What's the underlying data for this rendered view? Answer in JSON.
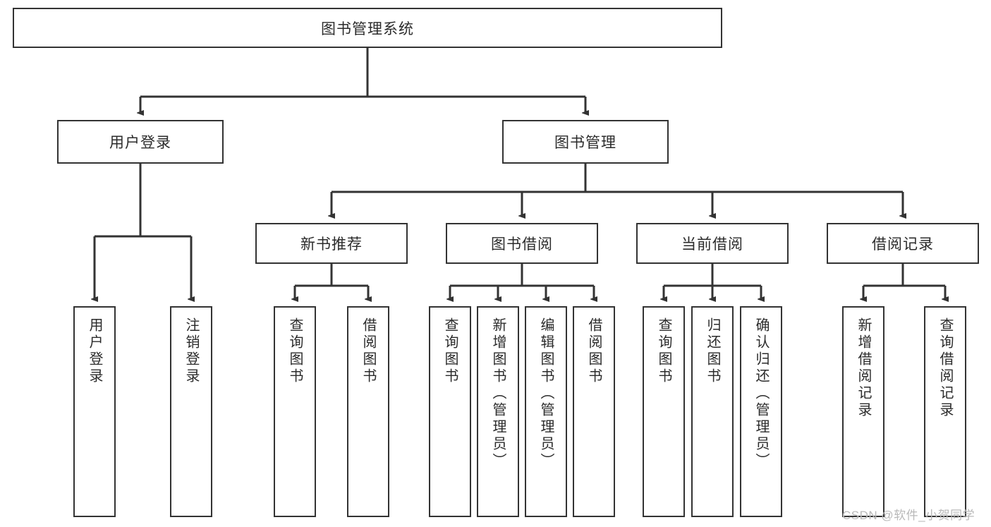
{
  "diagram": {
    "title": "图书管理系统",
    "type": "tree-hierarchy",
    "root": {
      "label": "图书管理系统",
      "orientation": "horizontal"
    },
    "level2": [
      {
        "label": "用户登录",
        "orientation": "horizontal"
      },
      {
        "label": "图书管理",
        "orientation": "horizontal"
      }
    ],
    "level3": [
      {
        "label": "新书推荐",
        "orientation": "horizontal",
        "parent": "图书管理"
      },
      {
        "label": "图书借阅",
        "orientation": "horizontal",
        "parent": "图书管理"
      },
      {
        "label": "当前借阅",
        "orientation": "horizontal",
        "parent": "图书管理"
      },
      {
        "label": "借阅记录",
        "orientation": "horizontal",
        "parent": "图书管理"
      }
    ],
    "leaves": [
      {
        "label": "用户登录",
        "orientation": "vertical",
        "parent": "用户登录"
      },
      {
        "label": "注销登录",
        "orientation": "vertical",
        "parent": "用户登录"
      },
      {
        "label": "查询图书",
        "orientation": "vertical",
        "parent": "新书推荐"
      },
      {
        "label": "借阅图书",
        "orientation": "vertical",
        "parent": "新书推荐"
      },
      {
        "label": "查询图书",
        "orientation": "vertical",
        "parent": "图书借阅"
      },
      {
        "label": "新增图书（管理员）",
        "orientation": "vertical",
        "parent": "图书借阅"
      },
      {
        "label": "编辑图书（管理员）",
        "orientation": "vertical",
        "parent": "图书借阅"
      },
      {
        "label": "借阅图书",
        "orientation": "vertical",
        "parent": "图书借阅"
      },
      {
        "label": "查询图书",
        "orientation": "vertical",
        "parent": "当前借阅"
      },
      {
        "label": "归还图书",
        "orientation": "vertical",
        "parent": "当前借阅"
      },
      {
        "label": "确认归还（管理员）",
        "orientation": "vertical",
        "parent": "当前借阅"
      },
      {
        "label": "新增借阅记录",
        "orientation": "vertical",
        "parent": "借阅记录"
      },
      {
        "label": "查询借阅记录",
        "orientation": "vertical",
        "parent": "借阅记录"
      }
    ],
    "watermark": "CSDN @软件_小贺同学",
    "colors": {
      "stroke": "#333333",
      "fill": "#ffffff",
      "text": "#2b2b2b",
      "watermark": "#b9b9b9"
    }
  }
}
